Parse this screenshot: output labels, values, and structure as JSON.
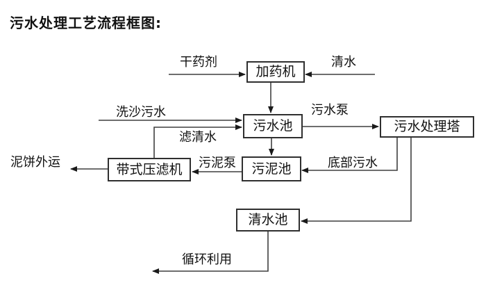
{
  "title": "污水处理工艺流程框图:",
  "diagram": {
    "type": "flowchart",
    "nodes": {
      "dosing_machine": {
        "label": "加药机"
      },
      "sewage_pool": {
        "label": "污水池"
      },
      "treatment_tower": {
        "label": "污水处理塔"
      },
      "belt_filter_press": {
        "label": "带式压滤机"
      },
      "sludge_pool": {
        "label": "污泥池"
      },
      "clean_water_pool": {
        "label": "清水池"
      }
    },
    "edges": [
      {
        "from": "external",
        "to": "dosing_machine",
        "label": "干药剂"
      },
      {
        "from": "external",
        "to": "dosing_machine",
        "label": "清水"
      },
      {
        "from": "dosing_machine",
        "to": "sewage_pool",
        "label": ""
      },
      {
        "from": "external",
        "to": "sewage_pool",
        "label": "洗沙污水"
      },
      {
        "from": "belt_filter_press",
        "to": "sewage_pool",
        "label": "滤清水"
      },
      {
        "from": "sewage_pool",
        "to": "treatment_tower",
        "label": "污水泵"
      },
      {
        "from": "sewage_pool",
        "to": "sludge_pool",
        "label": ""
      },
      {
        "from": "treatment_tower",
        "to": "sludge_pool",
        "label": "底部污水"
      },
      {
        "from": "sludge_pool",
        "to": "belt_filter_press",
        "label": "污泥泵"
      },
      {
        "from": "belt_filter_press",
        "to": "external",
        "label": "泥饼外运"
      },
      {
        "from": "treatment_tower",
        "to": "clean_water_pool",
        "label": ""
      },
      {
        "from": "clean_water_pool",
        "to": "external",
        "label": "循环利用"
      }
    ]
  },
  "colors": {
    "background": "#ffffff",
    "text": "#111111",
    "line": "#3f3f3f",
    "box_border": "#2f2f2f",
    "arrowhead": "#1a1a1a"
  }
}
